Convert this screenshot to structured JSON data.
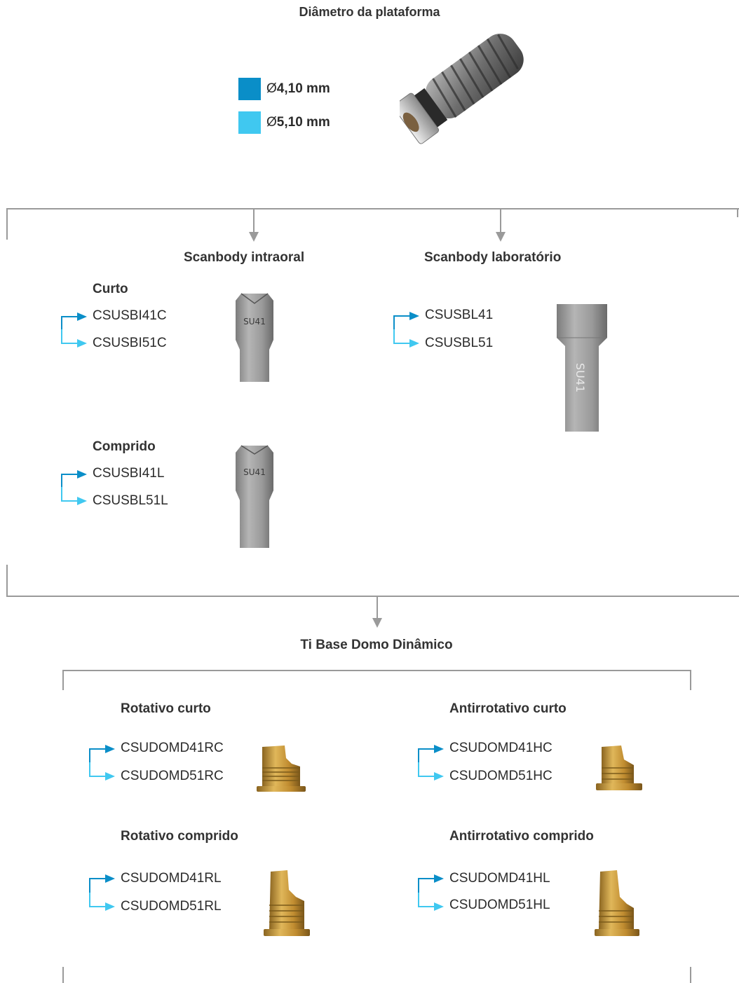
{
  "header": {
    "title": "Diâmetro da plataforma"
  },
  "legend": {
    "items": [
      {
        "symbol": "Ø",
        "label": "4,10 mm",
        "color": "#0a8ec8"
      },
      {
        "symbol": "Ø",
        "label": "5,10 mm",
        "color": "#40c8f0"
      }
    ]
  },
  "scanbody": {
    "intraoral": {
      "title": "Scanbody intraoral",
      "curto": {
        "label": "Curto",
        "codes": [
          "CSUSBI41C",
          "CSUSBI51C"
        ],
        "engraving": "SU41"
      },
      "comprido": {
        "label": "Comprido",
        "codes": [
          "CSUSBI41L",
          "CSUSBL51L"
        ],
        "engraving": "SU41"
      }
    },
    "laboratorio": {
      "title": "Scanbody laboratório",
      "codes": [
        "CSUSBL41",
        "CSUSBL51"
      ],
      "engraving": "SU41"
    }
  },
  "tibase": {
    "title": "Ti Base Domo Dinâmico",
    "rotativo_curto": {
      "label": "Rotativo curto",
      "codes": [
        "CSUDOMD41RC",
        "CSUDOMD51RC"
      ]
    },
    "antirrotativo_curto": {
      "label": "Antirrotativo curto",
      "codes": [
        "CSUDOMD41HC",
        "CSUDOMD51HC"
      ]
    },
    "rotativo_comprido": {
      "label": "Rotativo comprido",
      "codes": [
        "CSUDOMD41RL",
        "CSUDOMD51RL"
      ]
    },
    "antirrotativo_comprido": {
      "label": "Antirrotativo comprido",
      "codes": [
        "CSUDOMD41HL",
        "CSUDOMD51HL"
      ]
    }
  },
  "colors": {
    "line": "#9a9a9a",
    "dark_blue": "#0a8ec8",
    "light_blue": "#40c8f0",
    "gold": "#c89a3a"
  }
}
